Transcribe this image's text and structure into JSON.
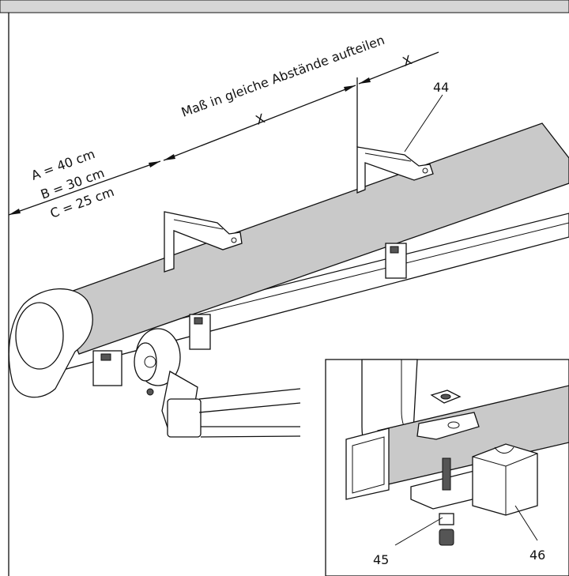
{
  "annotations": {
    "spacing_instruction": "Maß in gleiche Abstände aufteilen",
    "spacing_x": "X",
    "dimension_a": "A = 40 cm",
    "dimension_b": "B = 30 cm",
    "dimension_c": "C = 25 cm"
  },
  "callouts": {
    "bracket": "44",
    "bolt": "45",
    "cap": "46"
  }
}
